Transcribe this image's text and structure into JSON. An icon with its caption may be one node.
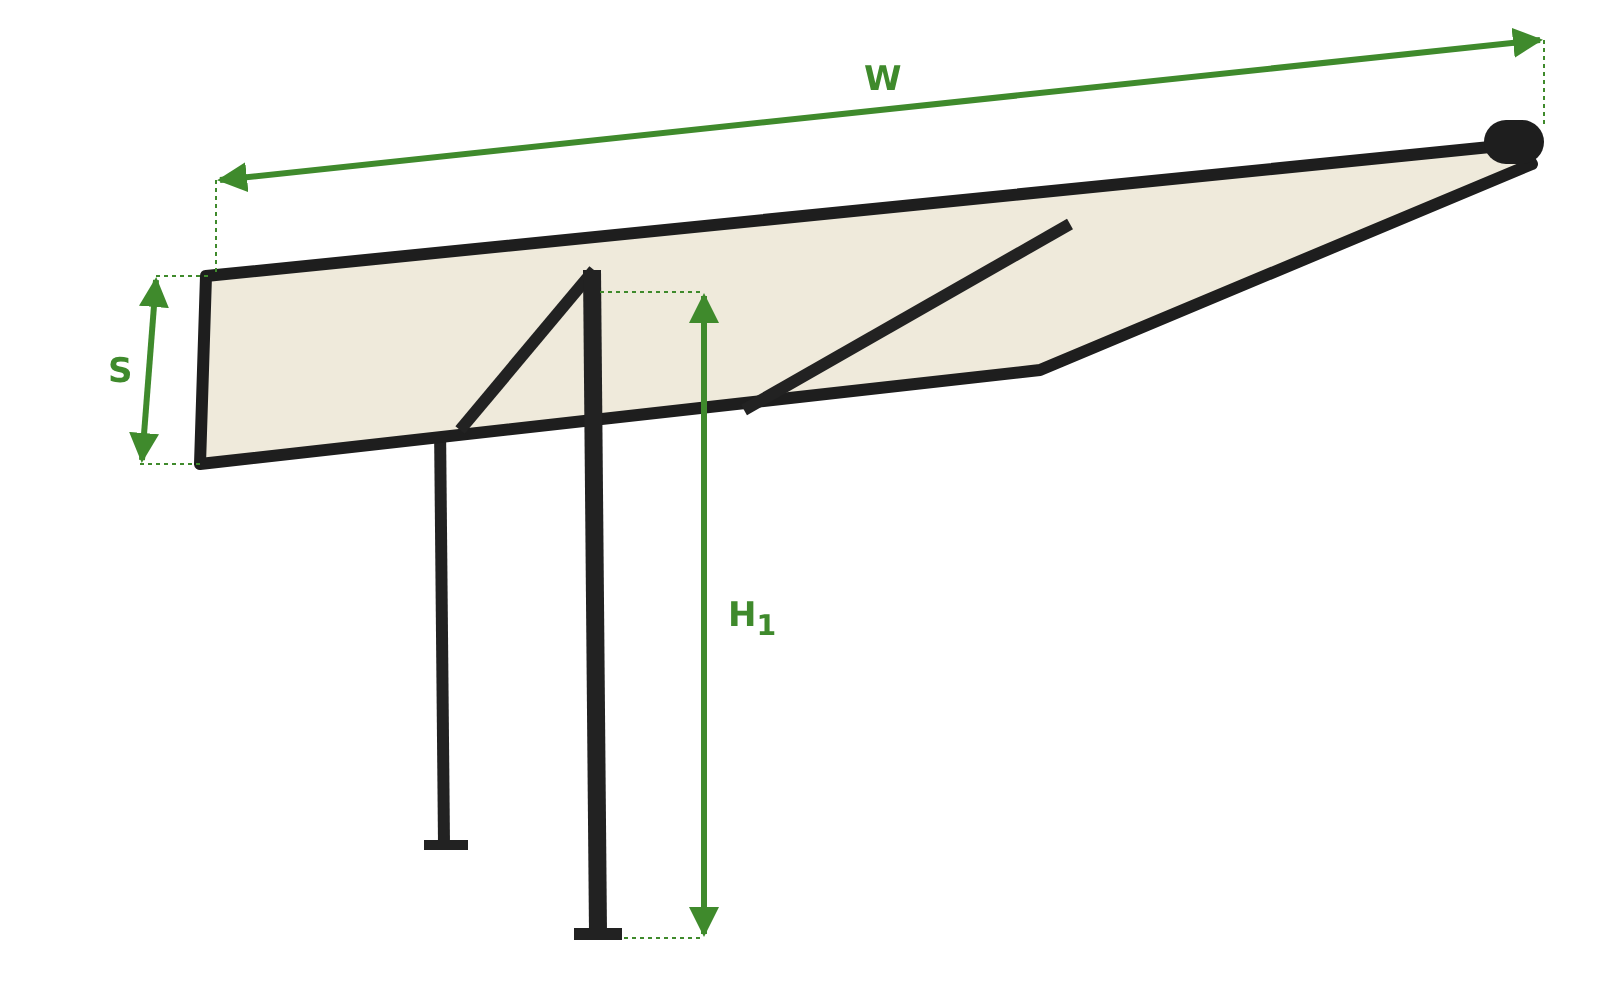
{
  "diagram": {
    "labels": [
      "W",
      "S",
      "H$_{1}$"
    ]
  }
}
